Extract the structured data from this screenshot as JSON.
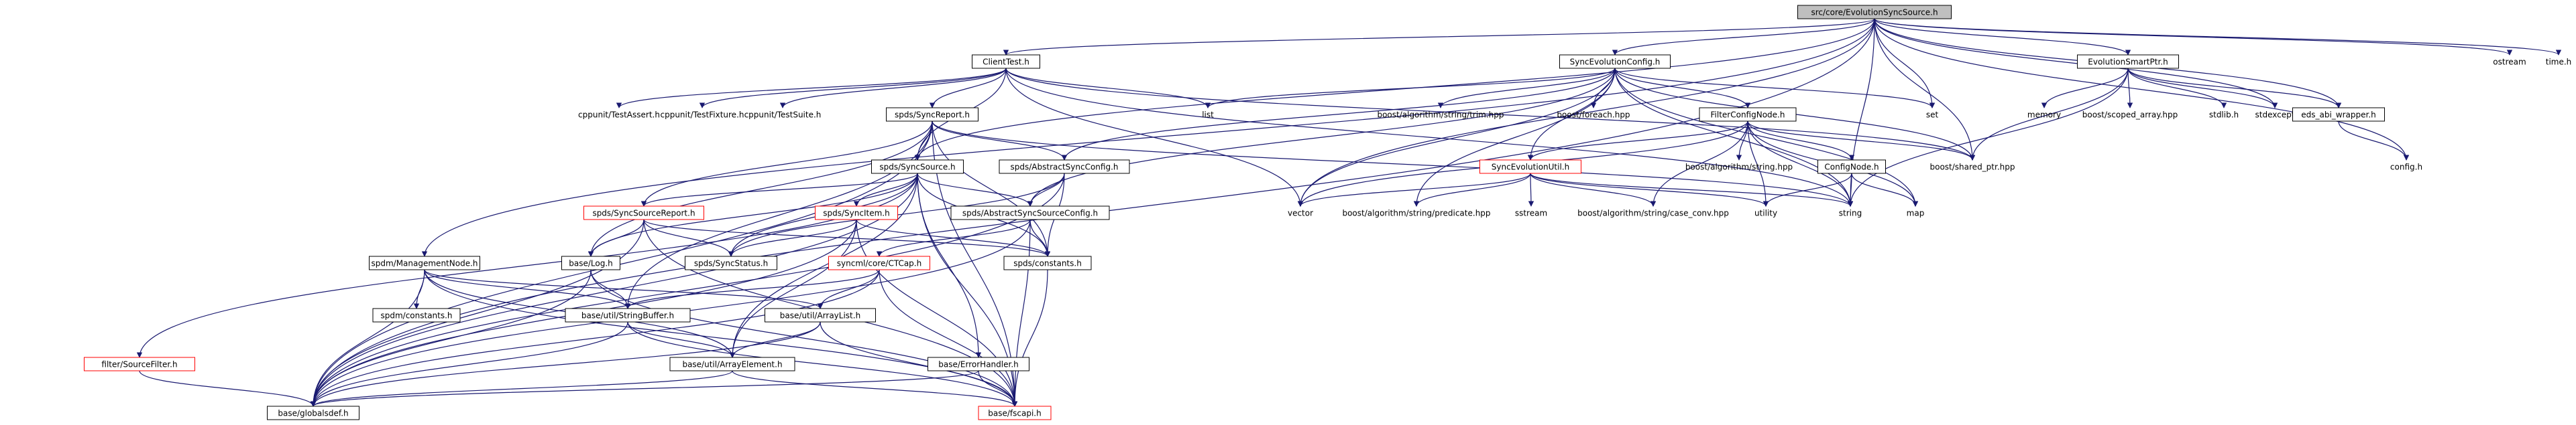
{
  "graph": {
    "nodes": [
      {
        "id": "root",
        "label": "src/core/EvolutionSyncSource.h",
        "style": "root"
      },
      {
        "id": "clienttest",
        "label": "ClientTest.h",
        "style": "box"
      },
      {
        "id": "syncevoconfig",
        "label": "SyncEvolutionConfig.h",
        "style": "box"
      },
      {
        "id": "evosmartptr",
        "label": "EvolutionSmartPtr.h",
        "style": "box"
      },
      {
        "id": "ostream",
        "label": "ostream",
        "style": "plain"
      },
      {
        "id": "timeh",
        "label": "time.h",
        "style": "plain"
      },
      {
        "id": "cppunit_assert",
        "label": "cppunit/TestAssert.h",
        "style": "plain"
      },
      {
        "id": "cppunit_fixture",
        "label": "cppunit/TestFixture.h",
        "style": "plain"
      },
      {
        "id": "cppunit_suite",
        "label": "cppunit/TestSuite.h",
        "style": "plain"
      },
      {
        "id": "syncreport",
        "label": "spds/SyncReport.h",
        "style": "box"
      },
      {
        "id": "list",
        "label": "list",
        "style": "plain"
      },
      {
        "id": "trim",
        "label": "boost/algorithm/string/trim.hpp",
        "style": "plain"
      },
      {
        "id": "foreach",
        "label": "boost/foreach.hpp",
        "style": "plain"
      },
      {
        "id": "filterconfignode",
        "label": "FilterConfigNode.h",
        "style": "box"
      },
      {
        "id": "set",
        "label": "set",
        "style": "plain"
      },
      {
        "id": "memory",
        "label": "memory",
        "style": "plain"
      },
      {
        "id": "scoped_array",
        "label": "boost/scoped_array.hpp",
        "style": "plain"
      },
      {
        "id": "stdlib",
        "label": "stdlib.h",
        "style": "plain"
      },
      {
        "id": "stdexcept",
        "label": "stdexcept",
        "style": "plain"
      },
      {
        "id": "eds_abi",
        "label": "eds_abi_wrapper.h",
        "style": "box"
      },
      {
        "id": "config",
        "label": "config.h",
        "style": "plain"
      },
      {
        "id": "syncsource",
        "label": "spds/SyncSource.h",
        "style": "box"
      },
      {
        "id": "abstractsyncconfig",
        "label": "spds/AbstractSyncConfig.h",
        "style": "box"
      },
      {
        "id": "syncevoutil",
        "label": "SyncEvolutionUtil.h",
        "style": "red"
      },
      {
        "id": "algstring",
        "label": "boost/algorithm/string.hpp",
        "style": "plain"
      },
      {
        "id": "confignode",
        "label": "ConfigNode.h",
        "style": "box"
      },
      {
        "id": "shared_ptr",
        "label": "boost/shared_ptr.hpp",
        "style": "plain"
      },
      {
        "id": "vector",
        "label": "vector",
        "style": "plain"
      },
      {
        "id": "predicate",
        "label": "boost/algorithm/string/predicate.hpp",
        "style": "plain"
      },
      {
        "id": "sstream",
        "label": "sstream",
        "style": "plain"
      },
      {
        "id": "case_conv",
        "label": "boost/algorithm/string/case_conv.hpp",
        "style": "plain"
      },
      {
        "id": "utility",
        "label": "utility",
        "style": "plain"
      },
      {
        "id": "string",
        "label": "string",
        "style": "plain"
      },
      {
        "id": "map",
        "label": "map",
        "style": "plain"
      },
      {
        "id": "syncsourcereport",
        "label": "spds/SyncSourceReport.h",
        "style": "red"
      },
      {
        "id": "syncitem",
        "label": "spds/SyncItem.h",
        "style": "red"
      },
      {
        "id": "abstractsyncsourceconfig",
        "label": "spds/AbstractSyncSourceConfig.h",
        "style": "box"
      },
      {
        "id": "managementnode",
        "label": "spdm/ManagementNode.h",
        "style": "box"
      },
      {
        "id": "baselog",
        "label": "base/Log.h",
        "style": "box"
      },
      {
        "id": "syncstatus",
        "label": "spds/SyncStatus.h",
        "style": "box"
      },
      {
        "id": "ctcap",
        "label": "syncml/core/CTCap.h",
        "style": "red"
      },
      {
        "id": "constants",
        "label": "spds/constants.h",
        "style": "box"
      },
      {
        "id": "spdmconstants",
        "label": "spdm/constants.h",
        "style": "box"
      },
      {
        "id": "stringbuffer",
        "label": "base/util/StringBuffer.h",
        "style": "box"
      },
      {
        "id": "arraylist",
        "label": "base/util/ArrayList.h",
        "style": "box"
      },
      {
        "id": "sourcefilter",
        "label": "filter/SourceFilter.h",
        "style": "red"
      },
      {
        "id": "errorhandler",
        "label": "base/ErrorHandler.h",
        "style": "box"
      },
      {
        "id": "arrayelement",
        "label": "base/util/ArrayElement.h",
        "style": "box"
      },
      {
        "id": "globalsdef",
        "label": "base/globalsdef.h",
        "style": "box"
      },
      {
        "id": "fscapi",
        "label": "base/fscapi.h",
        "style": "red"
      }
    ],
    "edges": [
      [
        "root",
        "clienttest"
      ],
      [
        "root",
        "syncevoconfig"
      ],
      [
        "root",
        "evosmartptr"
      ],
      [
        "root",
        "ostream"
      ],
      [
        "root",
        "timeh"
      ],
      [
        "root",
        "set"
      ],
      [
        "root",
        "shared_ptr"
      ],
      [
        "root",
        "stdexcept"
      ],
      [
        "root",
        "eds_abi"
      ],
      [
        "root",
        "config"
      ],
      [
        "root",
        "syncsource"
      ],
      [
        "root",
        "managementnode"
      ],
      [
        "root",
        "globalsdef"
      ],
      [
        "root",
        "vector"
      ],
      [
        "root",
        "string"
      ],
      [
        "clienttest",
        "cppunit_assert"
      ],
      [
        "clienttest",
        "cppunit_fixture"
      ],
      [
        "clienttest",
        "cppunit_suite"
      ],
      [
        "clienttest",
        "syncreport"
      ],
      [
        "clienttest",
        "list"
      ],
      [
        "clienttest",
        "syncsource"
      ],
      [
        "clienttest",
        "string"
      ],
      [
        "clienttest",
        "vector"
      ],
      [
        "clienttest",
        "shared_ptr"
      ],
      [
        "syncevoconfig",
        "list"
      ],
      [
        "syncevoconfig",
        "trim"
      ],
      [
        "syncevoconfig",
        "foreach"
      ],
      [
        "syncevoconfig",
        "filterconfignode"
      ],
      [
        "syncevoconfig",
        "set"
      ],
      [
        "syncevoconfig",
        "shared_ptr"
      ],
      [
        "syncevoconfig",
        "abstractsyncconfig"
      ],
      [
        "syncevoconfig",
        "syncevoutil"
      ],
      [
        "syncevoconfig",
        "vector"
      ],
      [
        "syncevoconfig",
        "abstractsyncsourceconfig"
      ],
      [
        "syncevoconfig",
        "predicate"
      ],
      [
        "syncevoconfig",
        "string"
      ],
      [
        "syncevoconfig",
        "map"
      ],
      [
        "evosmartptr",
        "memory"
      ],
      [
        "evosmartptr",
        "scoped_array"
      ],
      [
        "evosmartptr",
        "stdlib"
      ],
      [
        "evosmartptr",
        "stdexcept"
      ],
      [
        "evosmartptr",
        "eds_abi"
      ],
      [
        "evosmartptr",
        "string"
      ],
      [
        "evosmartptr",
        "shared_ptr"
      ],
      [
        "eds_abi",
        "config"
      ],
      [
        "filterconfignode",
        "algstring"
      ],
      [
        "filterconfignode",
        "confignode"
      ],
      [
        "filterconfignode",
        "syncevoutil"
      ],
      [
        "filterconfignode",
        "shared_ptr"
      ],
      [
        "filterconfignode",
        "string"
      ],
      [
        "filterconfignode",
        "map"
      ],
      [
        "filterconfignode",
        "vector"
      ],
      [
        "filterconfignode",
        "utility"
      ],
      [
        "filterconfignode",
        "case_conv"
      ],
      [
        "confignode",
        "string"
      ],
      [
        "confignode",
        "map"
      ],
      [
        "confignode",
        "utility"
      ],
      [
        "syncevoutil",
        "vector"
      ],
      [
        "syncevoutil",
        "predicate"
      ],
      [
        "syncevoutil",
        "sstream"
      ],
      [
        "syncevoutil",
        "case_conv"
      ],
      [
        "syncevoutil",
        "string"
      ],
      [
        "syncevoutil",
        "utility"
      ],
      [
        "syncreport",
        "syncsource"
      ],
      [
        "syncreport",
        "abstractsyncconfig"
      ],
      [
        "syncreport",
        "syncsourcereport"
      ],
      [
        "syncreport",
        "string"
      ],
      [
        "syncreport",
        "globalsdef"
      ],
      [
        "syncreport",
        "constants"
      ],
      [
        "syncreport",
        "baselog"
      ],
      [
        "syncreport",
        "stringbuffer"
      ],
      [
        "syncreport",
        "fscapi"
      ],
      [
        "abstractsyncconfig",
        "abstractsyncsourceconfig"
      ],
      [
        "abstractsyncconfig",
        "syncstatus"
      ],
      [
        "abstractsyncconfig",
        "constants"
      ],
      [
        "abstractsyncconfig",
        "globalsdef"
      ],
      [
        "syncsource",
        "syncsourcereport"
      ],
      [
        "syncsource",
        "syncitem"
      ],
      [
        "syncsource",
        "abstractsyncsourceconfig"
      ],
      [
        "syncsource",
        "constants"
      ],
      [
        "syncsource",
        "syncstatus"
      ],
      [
        "syncsource",
        "sourcefilter"
      ],
      [
        "syncsource",
        "errorhandler"
      ],
      [
        "syncsource",
        "globalsdef"
      ],
      [
        "syncsource",
        "fscapi"
      ],
      [
        "syncsource",
        "arrayelement"
      ],
      [
        "syncsource",
        "baselog"
      ],
      [
        "syncsourcereport",
        "baselog"
      ],
      [
        "syncsourcereport",
        "constants"
      ],
      [
        "syncsourcereport",
        "syncstatus"
      ],
      [
        "syncsourcereport",
        "globalsdef"
      ],
      [
        "syncsourcereport",
        "fscapi"
      ],
      [
        "syncitem",
        "syncstatus"
      ],
      [
        "syncitem",
        "constants"
      ],
      [
        "syncitem",
        "arrayelement"
      ],
      [
        "syncitem",
        "globalsdef"
      ],
      [
        "syncitem",
        "fscapi"
      ],
      [
        "abstractsyncsourceconfig",
        "ctcap"
      ],
      [
        "abstractsyncsourceconfig",
        "constants"
      ],
      [
        "abstractsyncsourceconfig",
        "fscapi"
      ],
      [
        "abstractsyncsourceconfig",
        "globalsdef"
      ],
      [
        "managementnode",
        "spdmconstants"
      ],
      [
        "managementnode",
        "stringbuffer"
      ],
      [
        "managementnode",
        "arraylist"
      ],
      [
        "managementnode",
        "globalsdef"
      ],
      [
        "managementnode",
        "arrayelement"
      ],
      [
        "managementnode",
        "fscapi"
      ],
      [
        "baselog",
        "stringbuffer"
      ],
      [
        "baselog",
        "globalsdef"
      ],
      [
        "baselog",
        "fscapi"
      ],
      [
        "ctcap",
        "stringbuffer"
      ],
      [
        "ctcap",
        "arraylist"
      ],
      [
        "ctcap",
        "globalsdef"
      ],
      [
        "ctcap",
        "fscapi"
      ],
      [
        "constants",
        "fscapi"
      ],
      [
        "stringbuffer",
        "arrayelement"
      ],
      [
        "stringbuffer",
        "globalsdef"
      ],
      [
        "stringbuffer",
        "fscapi"
      ],
      [
        "arraylist",
        "arrayelement"
      ],
      [
        "arraylist",
        "globalsdef"
      ],
      [
        "arraylist",
        "fscapi"
      ],
      [
        "arrayelement",
        "globalsdef"
      ],
      [
        "arrayelement",
        "fscapi"
      ],
      [
        "sourcefilter",
        "globalsdef"
      ],
      [
        "errorhandler",
        "globalsdef"
      ],
      [
        "errorhandler",
        "fscapi"
      ]
    ]
  }
}
